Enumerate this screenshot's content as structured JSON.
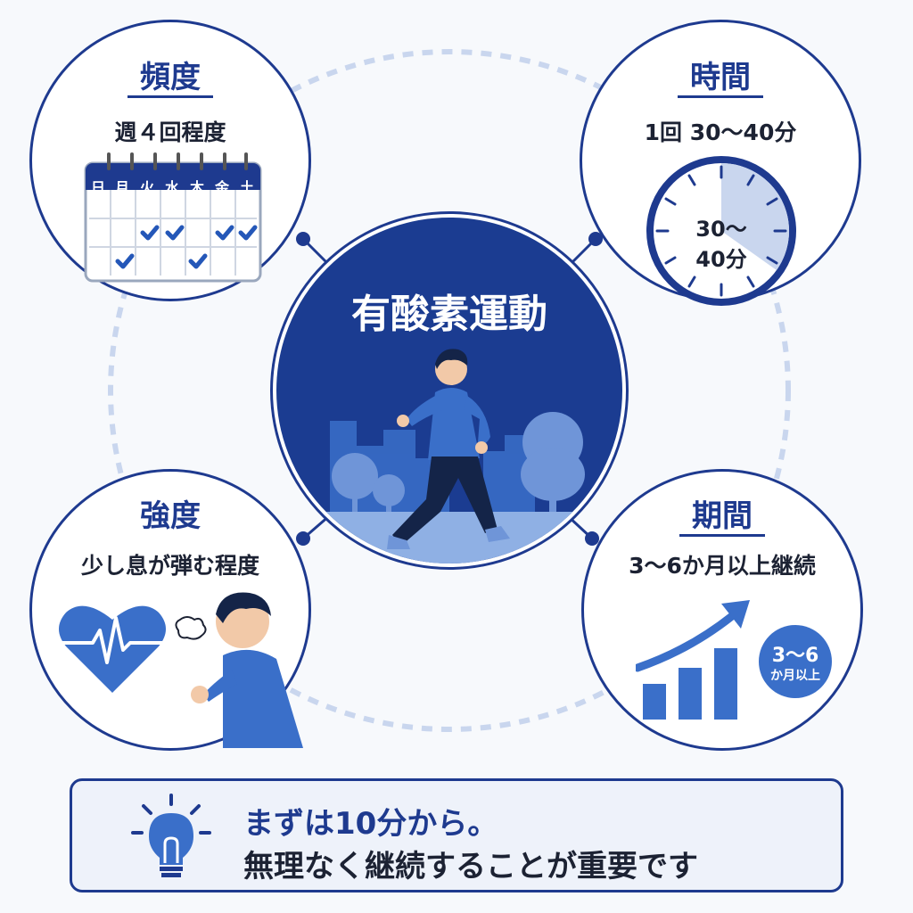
{
  "center": {
    "title": "有酸素運動"
  },
  "frequency": {
    "title": "頻度",
    "text": "週４回程度",
    "weekdays": [
      "日",
      "月",
      "火",
      "水",
      "木",
      "金",
      "土"
    ]
  },
  "time": {
    "title": "時間",
    "text": "1回 30〜40分",
    "clock_label_line1": "30〜",
    "clock_label_line2": "40分"
  },
  "intensity": {
    "title": "強度",
    "text": "少し息が弾む程度"
  },
  "period": {
    "title": "期間",
    "text": "3〜6か月以上継続",
    "badge_line1": "3〜6",
    "badge_line2": "か月以上"
  },
  "tip": {
    "line1": "まずは10分から。",
    "line2": "無理なく継続することが重要です"
  },
  "colors": {
    "navy": "#1e3a8f",
    "blue": "#3a6fc9",
    "light_blue": "#c9d6ee",
    "background": "#f7f9fc"
  }
}
